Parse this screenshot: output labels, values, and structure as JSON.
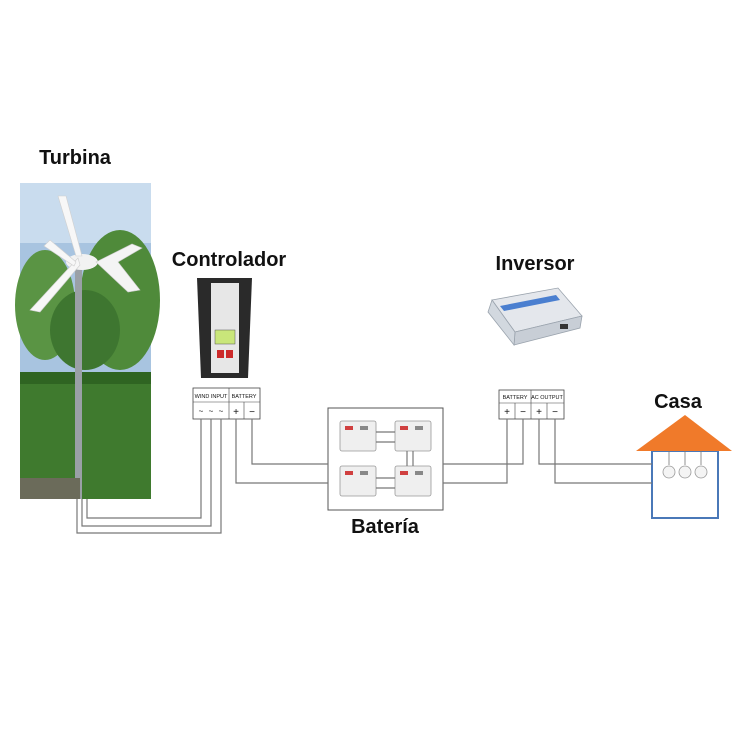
{
  "labels": {
    "turbine": "Turbina",
    "controller": "Controlador",
    "inverter": "Inversor",
    "house": "Casa",
    "battery": "Batería"
  },
  "controller_terminals": {
    "wind_input": "WIND INPUT",
    "battery": "BATTERY",
    "plus": "+",
    "minus": "−"
  },
  "inverter_terminals": {
    "battery": "BATTERY",
    "ac_output": "AC OUTPUT",
    "plus": "+",
    "minus": "−"
  },
  "colors": {
    "roof": "#f07a2a",
    "house_wall": "#4a78b8",
    "wire": "#777777",
    "sky": "#a8c4e0",
    "hedge": "#3f7a2e",
    "controller_body": "#2a2a2a",
    "controller_panel": "#e7e7e7",
    "inverter_body": "#e4e7ec",
    "inverter_stripe": "#4a7fd0"
  }
}
